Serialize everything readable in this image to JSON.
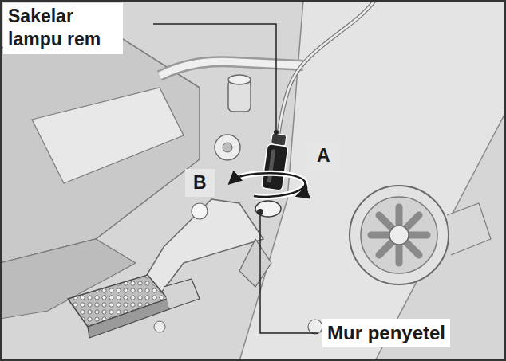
{
  "diagram": {
    "labels": [
      "Sakelar lampu rem",
      "A",
      "B",
      "Mur penyetel"
    ]
  }
}
